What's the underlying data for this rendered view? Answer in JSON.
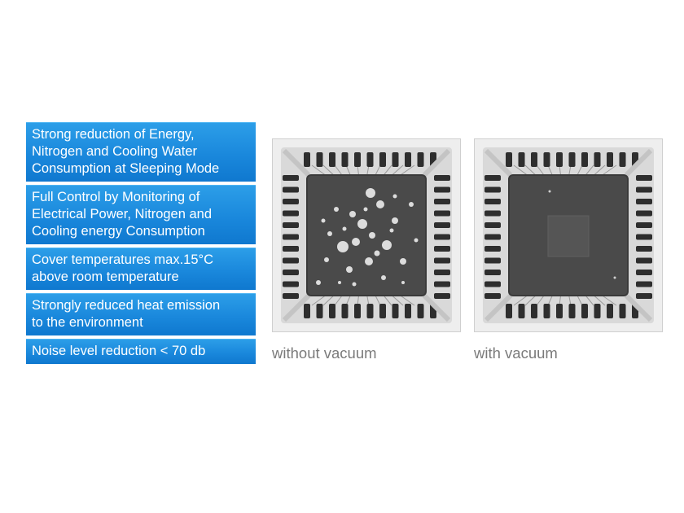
{
  "features": [
    {
      "lines": [
        "Strong reduction of Energy,",
        "Nitrogen and Cooling Water",
        "Consumption at Sleeping Mode"
      ]
    },
    {
      "lines": [
        "Full Control by Monitoring of",
        "Electrical Power, Nitrogen and",
        "Cooling energy  Consumption"
      ]
    },
    {
      "lines": [
        "Cover temperatures max.15°C",
        "above room temperature"
      ]
    },
    {
      "lines": [
        "Strongly reduced heat emission",
        "to the environment"
      ]
    },
    {
      "lines": [
        "Noise level reduction < 70 db"
      ]
    }
  ],
  "panels": [
    {
      "caption": "without vacuum"
    },
    {
      "caption": "with vacuum"
    }
  ],
  "colors": {
    "box_blue": "#1a88dc",
    "caption_gray": "#7a7a7a",
    "die_dark": "#4a4a4a",
    "lead_dark": "#2e2e2e"
  }
}
